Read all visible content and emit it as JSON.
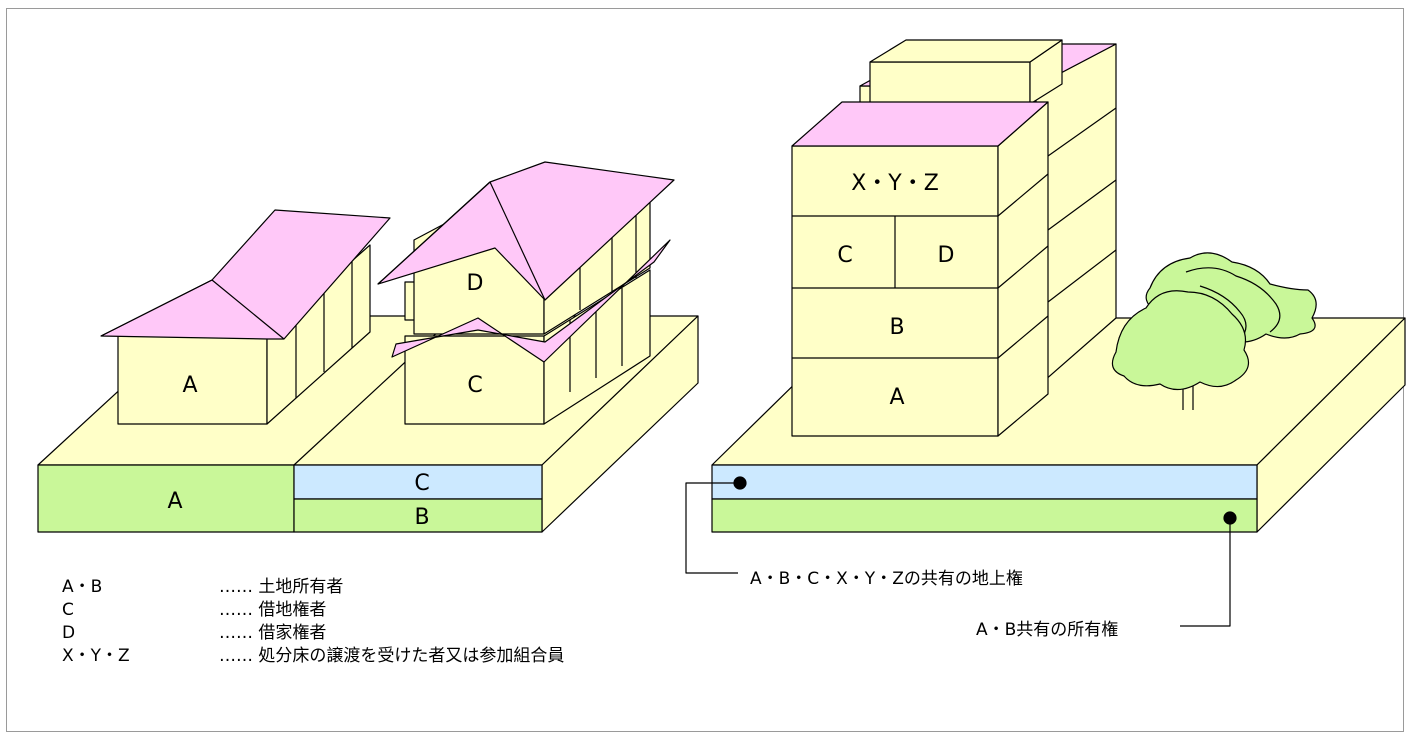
{
  "colors": {
    "roof": "#ffc8f8",
    "wall": "#ffffc8",
    "ownership_layer": "#c9f799",
    "leasehold_layer": "#cce9ff",
    "tree": "#c9f799"
  },
  "left": {
    "house_a_label": "A",
    "house_d_label": "D",
    "house_c_label": "C",
    "slab_a_label": "A",
    "slab_c_label": "C",
    "slab_b_label": "B"
  },
  "right": {
    "floor_xyz": "X・Y・Z",
    "floor_c": "C",
    "floor_d": "D",
    "floor_b": "B",
    "floor_a": "A"
  },
  "notes": {
    "superficies": "A・B・C・X・Y・Zの共有の地上権",
    "ownership": "A・B共有の所有権"
  },
  "legend": [
    {
      "key": "A・B",
      "value": "…… 土地所有者"
    },
    {
      "key": "C",
      "value": "…… 借地権者"
    },
    {
      "key": "D",
      "value": "…… 借家権者"
    },
    {
      "key": "X・Y・Z",
      "value": "…… 処分床の譲渡を受けた者又は参加組合員"
    }
  ]
}
